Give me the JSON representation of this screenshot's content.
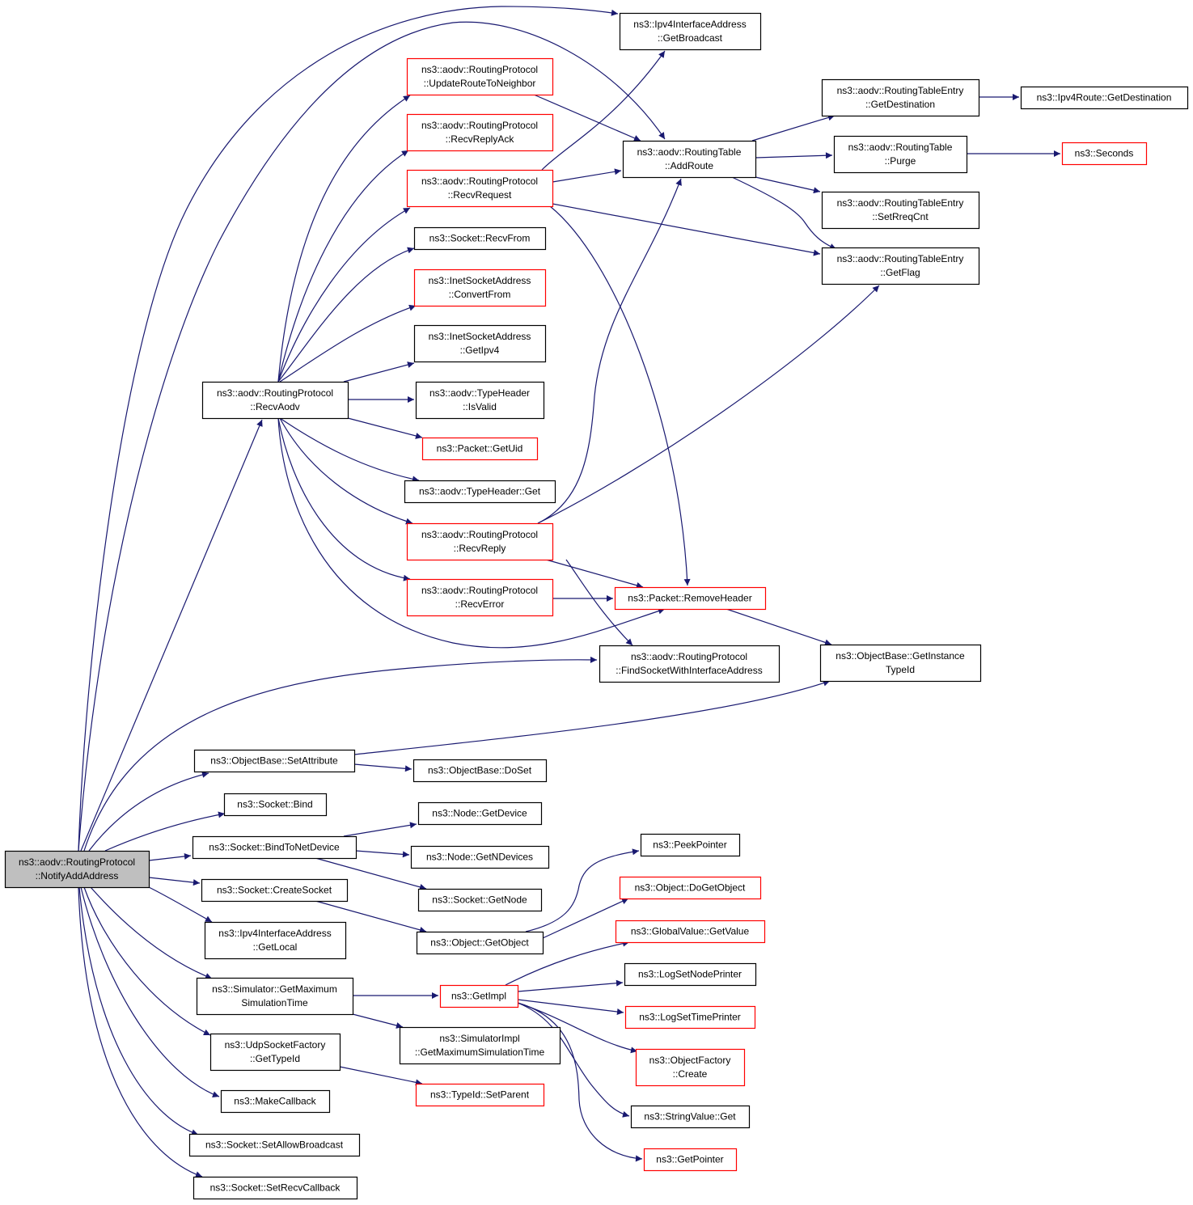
{
  "colors": {
    "edge": "#191970",
    "border_default": "#000000",
    "border_red": "#ff0000",
    "root_fill": "#bfbfbf",
    "node_fill": "#ffffff"
  },
  "nodes": [
    {
      "id": "notify",
      "lines": [
        "ns3::aodv::RoutingProtocol",
        "::NotifyAddAddress"
      ],
      "style": "root"
    },
    {
      "id": "bcast",
      "lines": [
        "ns3::Ipv4InterfaceAddress",
        "::GetBroadcast"
      ],
      "style": "black"
    },
    {
      "id": "updroute",
      "lines": [
        "ns3::aodv::RoutingProtocol",
        "::UpdateRouteToNeighbor"
      ],
      "style": "red"
    },
    {
      "id": "replyack",
      "lines": [
        "ns3::aodv::RoutingProtocol",
        "::RecvReplyAck"
      ],
      "style": "red"
    },
    {
      "id": "recvreq",
      "lines": [
        "ns3::aodv::RoutingProtocol",
        "::RecvRequest"
      ],
      "style": "red"
    },
    {
      "id": "recvfrom",
      "lines": [
        "ns3::Socket::RecvFrom"
      ],
      "style": "black"
    },
    {
      "id": "convfrom",
      "lines": [
        "ns3::InetSocketAddress",
        "::ConvertFrom"
      ],
      "style": "red"
    },
    {
      "id": "getipv4",
      "lines": [
        "ns3::InetSocketAddress",
        "::GetIpv4"
      ],
      "style": "black"
    },
    {
      "id": "recvaodv",
      "lines": [
        "ns3::aodv::RoutingProtocol",
        "::RecvAodv"
      ],
      "style": "black"
    },
    {
      "id": "isvalid",
      "lines": [
        "ns3::aodv::TypeHeader",
        "::IsValid"
      ],
      "style": "black"
    },
    {
      "id": "getuid",
      "lines": [
        "ns3::Packet::GetUid"
      ],
      "style": "red"
    },
    {
      "id": "thget",
      "lines": [
        "ns3::aodv::TypeHeader::Get"
      ],
      "style": "black"
    },
    {
      "id": "recvreply",
      "lines": [
        "ns3::aodv::RoutingProtocol",
        "::RecvReply"
      ],
      "style": "red"
    },
    {
      "id": "recverror",
      "lines": [
        "ns3::aodv::RoutingProtocol",
        "::RecvError"
      ],
      "style": "red"
    },
    {
      "id": "addroute",
      "lines": [
        "ns3::aodv::RoutingTable",
        "::AddRoute"
      ],
      "style": "black"
    },
    {
      "id": "rmheader",
      "lines": [
        "ns3::Packet::RemoveHeader"
      ],
      "style": "red"
    },
    {
      "id": "findsock",
      "lines": [
        "ns3::aodv::RoutingProtocol",
        "::FindSocketWithInterfaceAddress"
      ],
      "style": "black"
    },
    {
      "id": "getdest",
      "lines": [
        "ns3::aodv::RoutingTableEntry",
        "::GetDestination"
      ],
      "style": "black"
    },
    {
      "id": "ipv4dest",
      "lines": [
        "ns3::Ipv4Route::GetDestination"
      ],
      "style": "black"
    },
    {
      "id": "purge",
      "lines": [
        "ns3::aodv::RoutingTable",
        "::Purge"
      ],
      "style": "black"
    },
    {
      "id": "seconds",
      "lines": [
        "ns3::Seconds"
      ],
      "style": "red"
    },
    {
      "id": "setrreq",
      "lines": [
        "ns3::aodv::RoutingTableEntry",
        "::SetRreqCnt"
      ],
      "style": "black"
    },
    {
      "id": "getflag",
      "lines": [
        "ns3::aodv::RoutingTableEntry",
        "::GetFlag"
      ],
      "style": "black"
    },
    {
      "id": "getinst",
      "lines": [
        "ns3::ObjectBase::GetInstance",
        "TypeId"
      ],
      "style": "black"
    },
    {
      "id": "setattr",
      "lines": [
        "ns3::ObjectBase::SetAttribute"
      ],
      "style": "black"
    },
    {
      "id": "doset",
      "lines": [
        "ns3::ObjectBase::DoSet"
      ],
      "style": "black"
    },
    {
      "id": "bind",
      "lines": [
        "ns3::Socket::Bind"
      ],
      "style": "black"
    },
    {
      "id": "getdevice",
      "lines": [
        "ns3::Node::GetDevice"
      ],
      "style": "black"
    },
    {
      "id": "bindnet",
      "lines": [
        "ns3::Socket::BindToNetDevice"
      ],
      "style": "black"
    },
    {
      "id": "getndev",
      "lines": [
        "ns3::Node::GetNDevices"
      ],
      "style": "black"
    },
    {
      "id": "createsock",
      "lines": [
        "ns3::Socket::CreateSocket"
      ],
      "style": "black"
    },
    {
      "id": "sockgetnode",
      "lines": [
        "ns3::Socket::GetNode"
      ],
      "style": "black"
    },
    {
      "id": "getlocal",
      "lines": [
        "ns3::Ipv4InterfaceAddress",
        "::GetLocal"
      ],
      "style": "black"
    },
    {
      "id": "getobject",
      "lines": [
        "ns3::Object::GetObject"
      ],
      "style": "black"
    },
    {
      "id": "peekptr",
      "lines": [
        "ns3::PeekPointer"
      ],
      "style": "black"
    },
    {
      "id": "dogetobj",
      "lines": [
        "ns3::Object::DoGetObject"
      ],
      "style": "red"
    },
    {
      "id": "gvgetvalue",
      "lines": [
        "ns3::GlobalValue::GetValue"
      ],
      "style": "red"
    },
    {
      "id": "simmax",
      "lines": [
        "ns3::Simulator::GetMaximum",
        "SimulationTime"
      ],
      "style": "black"
    },
    {
      "id": "getimpl",
      "lines": [
        "ns3::GetImpl"
      ],
      "style": "red"
    },
    {
      "id": "lognode",
      "lines": [
        "ns3::LogSetNodePrinter"
      ],
      "style": "black"
    },
    {
      "id": "logtime",
      "lines": [
        "ns3::LogSetTimePrinter"
      ],
      "style": "red"
    },
    {
      "id": "simimplmax",
      "lines": [
        "ns3::SimulatorImpl",
        "::GetMaximumSimulationTime"
      ],
      "style": "black"
    },
    {
      "id": "udptypeid",
      "lines": [
        "ns3::UdpSocketFactory",
        "::GetTypeId"
      ],
      "style": "black"
    },
    {
      "id": "objfactory",
      "lines": [
        "ns3::ObjectFactory",
        "::Create"
      ],
      "style": "red"
    },
    {
      "id": "setparent",
      "lines": [
        "ns3::TypeId::SetParent"
      ],
      "style": "red"
    },
    {
      "id": "makecb",
      "lines": [
        "ns3::MakeCallback"
      ],
      "style": "black"
    },
    {
      "id": "strget",
      "lines": [
        "ns3::StringValue::Get"
      ],
      "style": "black"
    },
    {
      "id": "allowbcast",
      "lines": [
        "ns3::Socket::SetAllowBroadcast"
      ],
      "style": "black"
    },
    {
      "id": "getptr",
      "lines": [
        "ns3::GetPointer"
      ],
      "style": "red"
    },
    {
      "id": "setrecvcb",
      "lines": [
        "ns3::Socket::SetRecvCallback"
      ],
      "style": "black"
    }
  ],
  "edges": [
    [
      "notify",
      "bcast"
    ],
    [
      "notify",
      "addroute"
    ],
    [
      "notify",
      "recvaodv"
    ],
    [
      "notify",
      "findsock"
    ],
    [
      "notify",
      "setattr"
    ],
    [
      "notify",
      "bind"
    ],
    [
      "notify",
      "bindnet"
    ],
    [
      "notify",
      "createsock"
    ],
    [
      "notify",
      "getlocal"
    ],
    [
      "notify",
      "simmax"
    ],
    [
      "notify",
      "udptypeid"
    ],
    [
      "notify",
      "makecb"
    ],
    [
      "notify",
      "allowbcast"
    ],
    [
      "notify",
      "setrecvcb"
    ],
    [
      "recvaodv",
      "updroute"
    ],
    [
      "recvaodv",
      "replyack"
    ],
    [
      "recvaodv",
      "recvreq"
    ],
    [
      "recvaodv",
      "recvfrom"
    ],
    [
      "recvaodv",
      "convfrom"
    ],
    [
      "recvaodv",
      "getipv4"
    ],
    [
      "recvaodv",
      "isvalid"
    ],
    [
      "recvaodv",
      "getuid"
    ],
    [
      "recvaodv",
      "thget"
    ],
    [
      "recvaodv",
      "recvreply"
    ],
    [
      "recvaodv",
      "recverror"
    ],
    [
      "recvaodv",
      "rmheader"
    ],
    [
      "updroute",
      "addroute"
    ],
    [
      "recvreq",
      "bcast"
    ],
    [
      "recvreq",
      "addroute"
    ],
    [
      "recvreq",
      "getflag"
    ],
    [
      "recvreq",
      "rmheader"
    ],
    [
      "recvreply",
      "addroute"
    ],
    [
      "recvreply",
      "getflag"
    ],
    [
      "recvreply",
      "rmheader"
    ],
    [
      "recvreply",
      "findsock"
    ],
    [
      "recverror",
      "rmheader"
    ],
    [
      "rmheader",
      "getinst"
    ],
    [
      "addroute",
      "getdest"
    ],
    [
      "addroute",
      "purge"
    ],
    [
      "addroute",
      "setrreq"
    ],
    [
      "addroute",
      "getflag"
    ],
    [
      "getdest",
      "ipv4dest"
    ],
    [
      "purge",
      "seconds"
    ],
    [
      "setattr",
      "getinst"
    ],
    [
      "setattr",
      "doset"
    ],
    [
      "bindnet",
      "getdevice"
    ],
    [
      "bindnet",
      "getndev"
    ],
    [
      "bindnet",
      "sockgetnode"
    ],
    [
      "createsock",
      "getobject"
    ],
    [
      "getobject",
      "peekptr"
    ],
    [
      "getobject",
      "dogetobj"
    ],
    [
      "simmax",
      "getimpl"
    ],
    [
      "simmax",
      "simimplmax"
    ],
    [
      "getimpl",
      "gvgetvalue"
    ],
    [
      "getimpl",
      "lognode"
    ],
    [
      "getimpl",
      "logtime"
    ],
    [
      "getimpl",
      "objfactory"
    ],
    [
      "getimpl",
      "strget"
    ],
    [
      "getimpl",
      "getptr"
    ],
    [
      "udptypeid",
      "setparent"
    ]
  ]
}
